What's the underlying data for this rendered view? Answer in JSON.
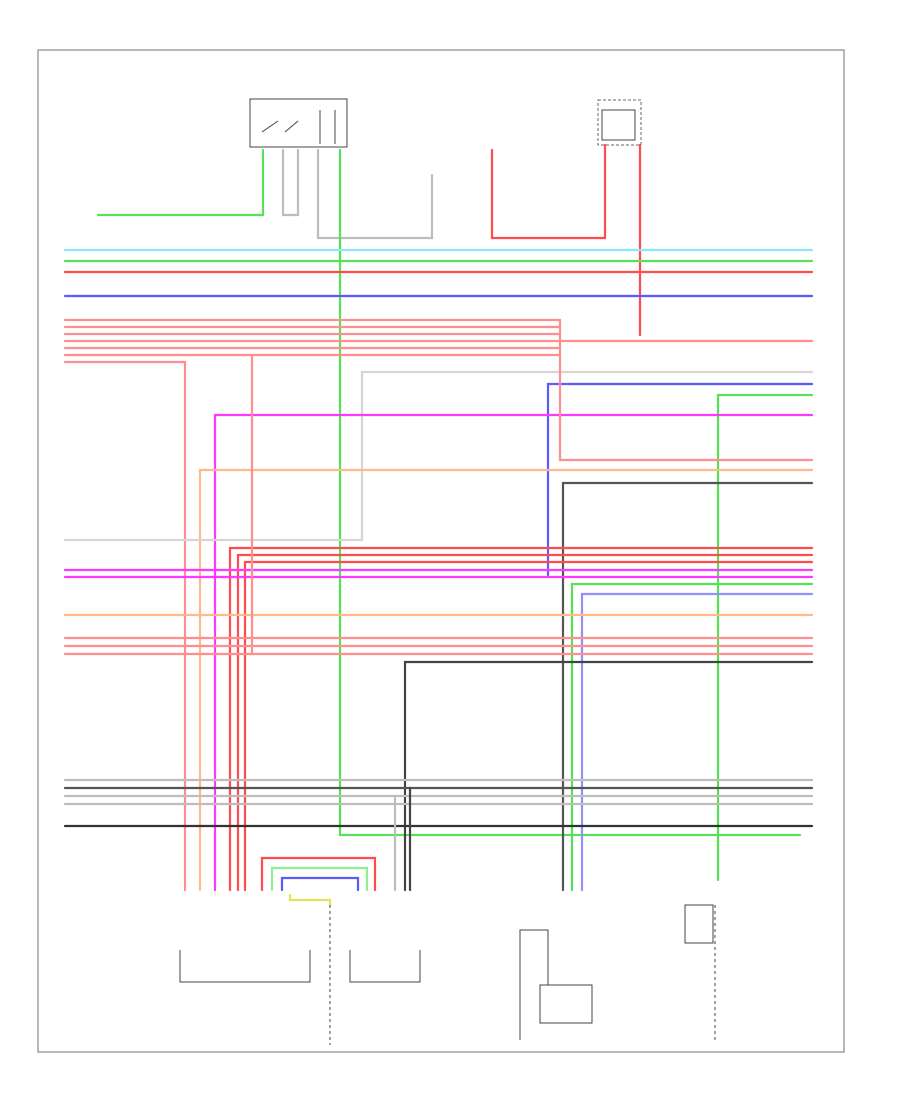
{
  "diagram": {
    "footer_code": "",
    "colors": {
      "light_blue": "#8ee8f2",
      "green": "#58e058",
      "light_green": "#8ff08f",
      "red": "#ff4b4b",
      "pink": "#ff8f8f",
      "blue": "#5a5aff",
      "light_blue_2": "#9090ff",
      "magenta": "#ff38ff",
      "orange": "#ffb98a",
      "gray": "#bdbdbd",
      "light_gray": "#d6d6d6",
      "dark_gray": "#333333",
      "yellow": "#e8e05a"
    },
    "components": [
      {
        "id": "relay",
        "label": ""
      },
      {
        "id": "switch-right",
        "label": ""
      },
      {
        "id": "connector-left",
        "label": ""
      },
      {
        "id": "connector-mid",
        "label": ""
      },
      {
        "id": "connector-right",
        "label": ""
      },
      {
        "id": "actuator",
        "label": ""
      }
    ],
    "wire_labels": []
  }
}
